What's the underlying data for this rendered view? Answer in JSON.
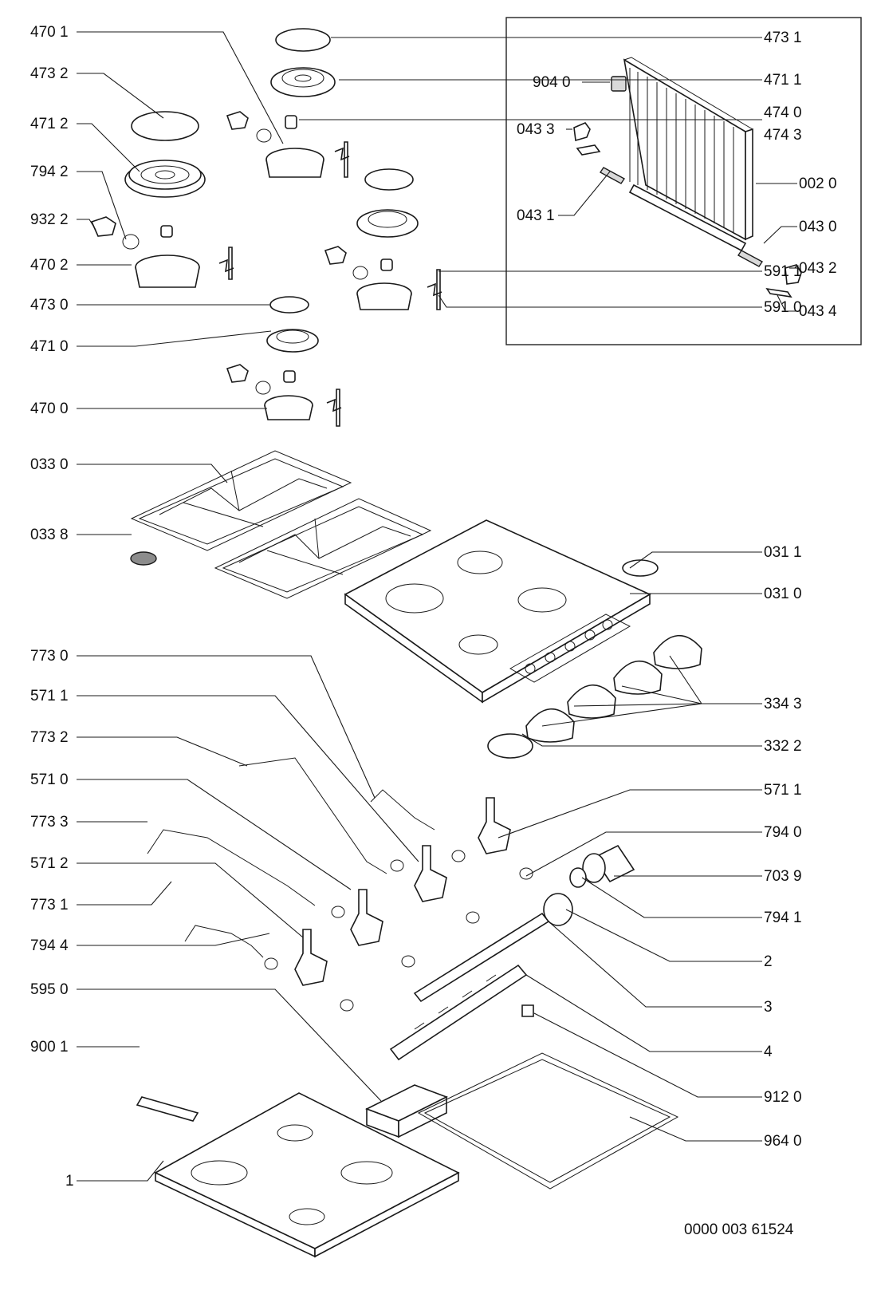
{
  "drawing_number": "0000 003 61524",
  "labels": {
    "l_470_1": "470 1",
    "l_473_2": "473 2",
    "l_471_2": "471 2",
    "l_794_2": "794 2",
    "l_932_2": "932 2",
    "l_470_2": "470 2",
    "l_473_0": "473 0",
    "l_471_0": "471 0",
    "l_470_0": "470 0",
    "l_033_0": "033 0",
    "l_033_8": "033 8",
    "l_773_0": "773 0",
    "l_571_1_left": "571 1",
    "l_773_2": "773 2",
    "l_571_0": "571 0",
    "l_773_3": "773 3",
    "l_571_2": "571 2",
    "l_773_1": "773 1",
    "l_794_4": "794 4",
    "l_595_0": "595 0",
    "l_900_1": "900 1",
    "l_1": "1",
    "l_473_1": "473 1",
    "l_471_1": "471 1",
    "l_474_0": "474 0",
    "l_474_3": "474 3",
    "l_591_1": "591 1",
    "l_591_0": "591 0",
    "l_904_0": "904 0",
    "l_043_3": "043 3",
    "l_043_1": "043 1",
    "l_002_0": "002 0",
    "l_043_0": "043 0",
    "l_043_2": "043 2",
    "l_043_4": "043 4",
    "l_031_1": "031 1",
    "l_031_0": "031 0",
    "l_334_3": "334 3",
    "l_332_2": "332 2",
    "l_571_1_right": "571 1",
    "l_794_0": "794 0",
    "l_703_9": "703 9",
    "l_794_1": "794 1",
    "l_2": "2",
    "l_3": "3",
    "l_4": "4",
    "l_912_0": "912 0",
    "l_964_0": "964 0"
  }
}
